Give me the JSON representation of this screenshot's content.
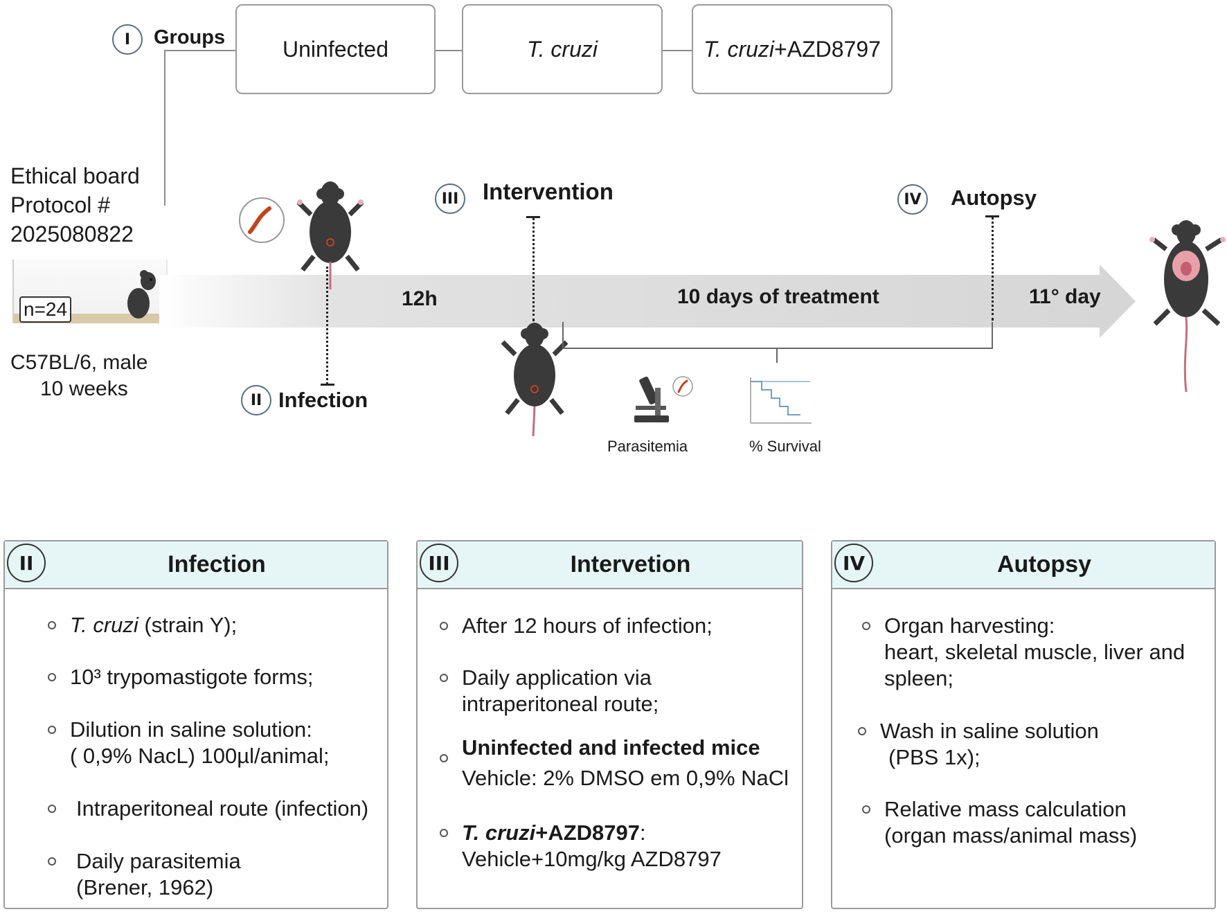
{
  "groups": {
    "label": "Groups",
    "number": "I",
    "items": [
      {
        "text": "Uninfected"
      },
      {
        "text_italic": "T. cruzi"
      },
      {
        "text_italic": "T. cruzi",
        "text_rest": "+AZD8797"
      }
    ]
  },
  "ethics": {
    "line1": "Ethical board",
    "line2": "Protocol #",
    "line3": "2025080822"
  },
  "animals": {
    "n_label": "n=24",
    "strain": "C57BL/6, male",
    "age": "10 weeks"
  },
  "timeline": {
    "t1": "12h",
    "t2": "10 days of treatment",
    "t3": "11° day"
  },
  "stages": {
    "infection": {
      "number": "II",
      "label": "Infection"
    },
    "intervention": {
      "number": "III",
      "label": "Intervention"
    },
    "autopsy": {
      "number": "IV",
      "label": "Autopsy"
    }
  },
  "readouts": {
    "parasitemia": "Parasitemia",
    "survival": "% Survival"
  },
  "panels": {
    "infection": {
      "number": "II",
      "title": "Infection",
      "b1_italic": "T. cruzi",
      "b1_rest": " (strain Y);",
      "b2": "10³  trypomastigote forms;",
      "b3_l1": "Dilution in saline solution:",
      "b3_l2": "( 0,9% NacL) 100µl/animal;",
      "b4": "Intraperitoneal route (infection)",
      "b5_l1": "Daily parasitemia",
      "b5_l2": "(Brener, 1962)"
    },
    "intervention": {
      "number": "III",
      "title": "Intervetion",
      "b1": "After 12 hours of infection;",
      "b2_l1": "Daily application via",
      "b2_l2": "intraperitoneal route;",
      "b3_bold": "Uninfected and infected mice",
      "b3_l2": "Vehicle: 2% DMSO em 0,9% NaCl",
      "b4_italic": "T. cruzi",
      "b4_bold": "+AZD8797",
      "b4_colon": ":",
      "b4_l2": "Vehicle+10mg/kg AZD8797"
    },
    "autopsy": {
      "number": "IV",
      "title": "Autopsy",
      "b1_l1": "Organ harvesting:",
      "b1_l2": "heart, skeletal muscle, liver and",
      "b1_l3": "spleen;",
      "b2_l1": "Wash in saline solution",
      "b2_l2": "(PBS 1x);",
      "b3_l1": "Relative mass calculation",
      "b3_l2": "(organ mass/animal mass)"
    }
  },
  "colors": {
    "arrow": "#d9d9d9",
    "mouse": "#3a3a3a",
    "panel_header": "#e6f6f6",
    "parasite": "#c0441c",
    "organ": "#e8a0a8"
  }
}
